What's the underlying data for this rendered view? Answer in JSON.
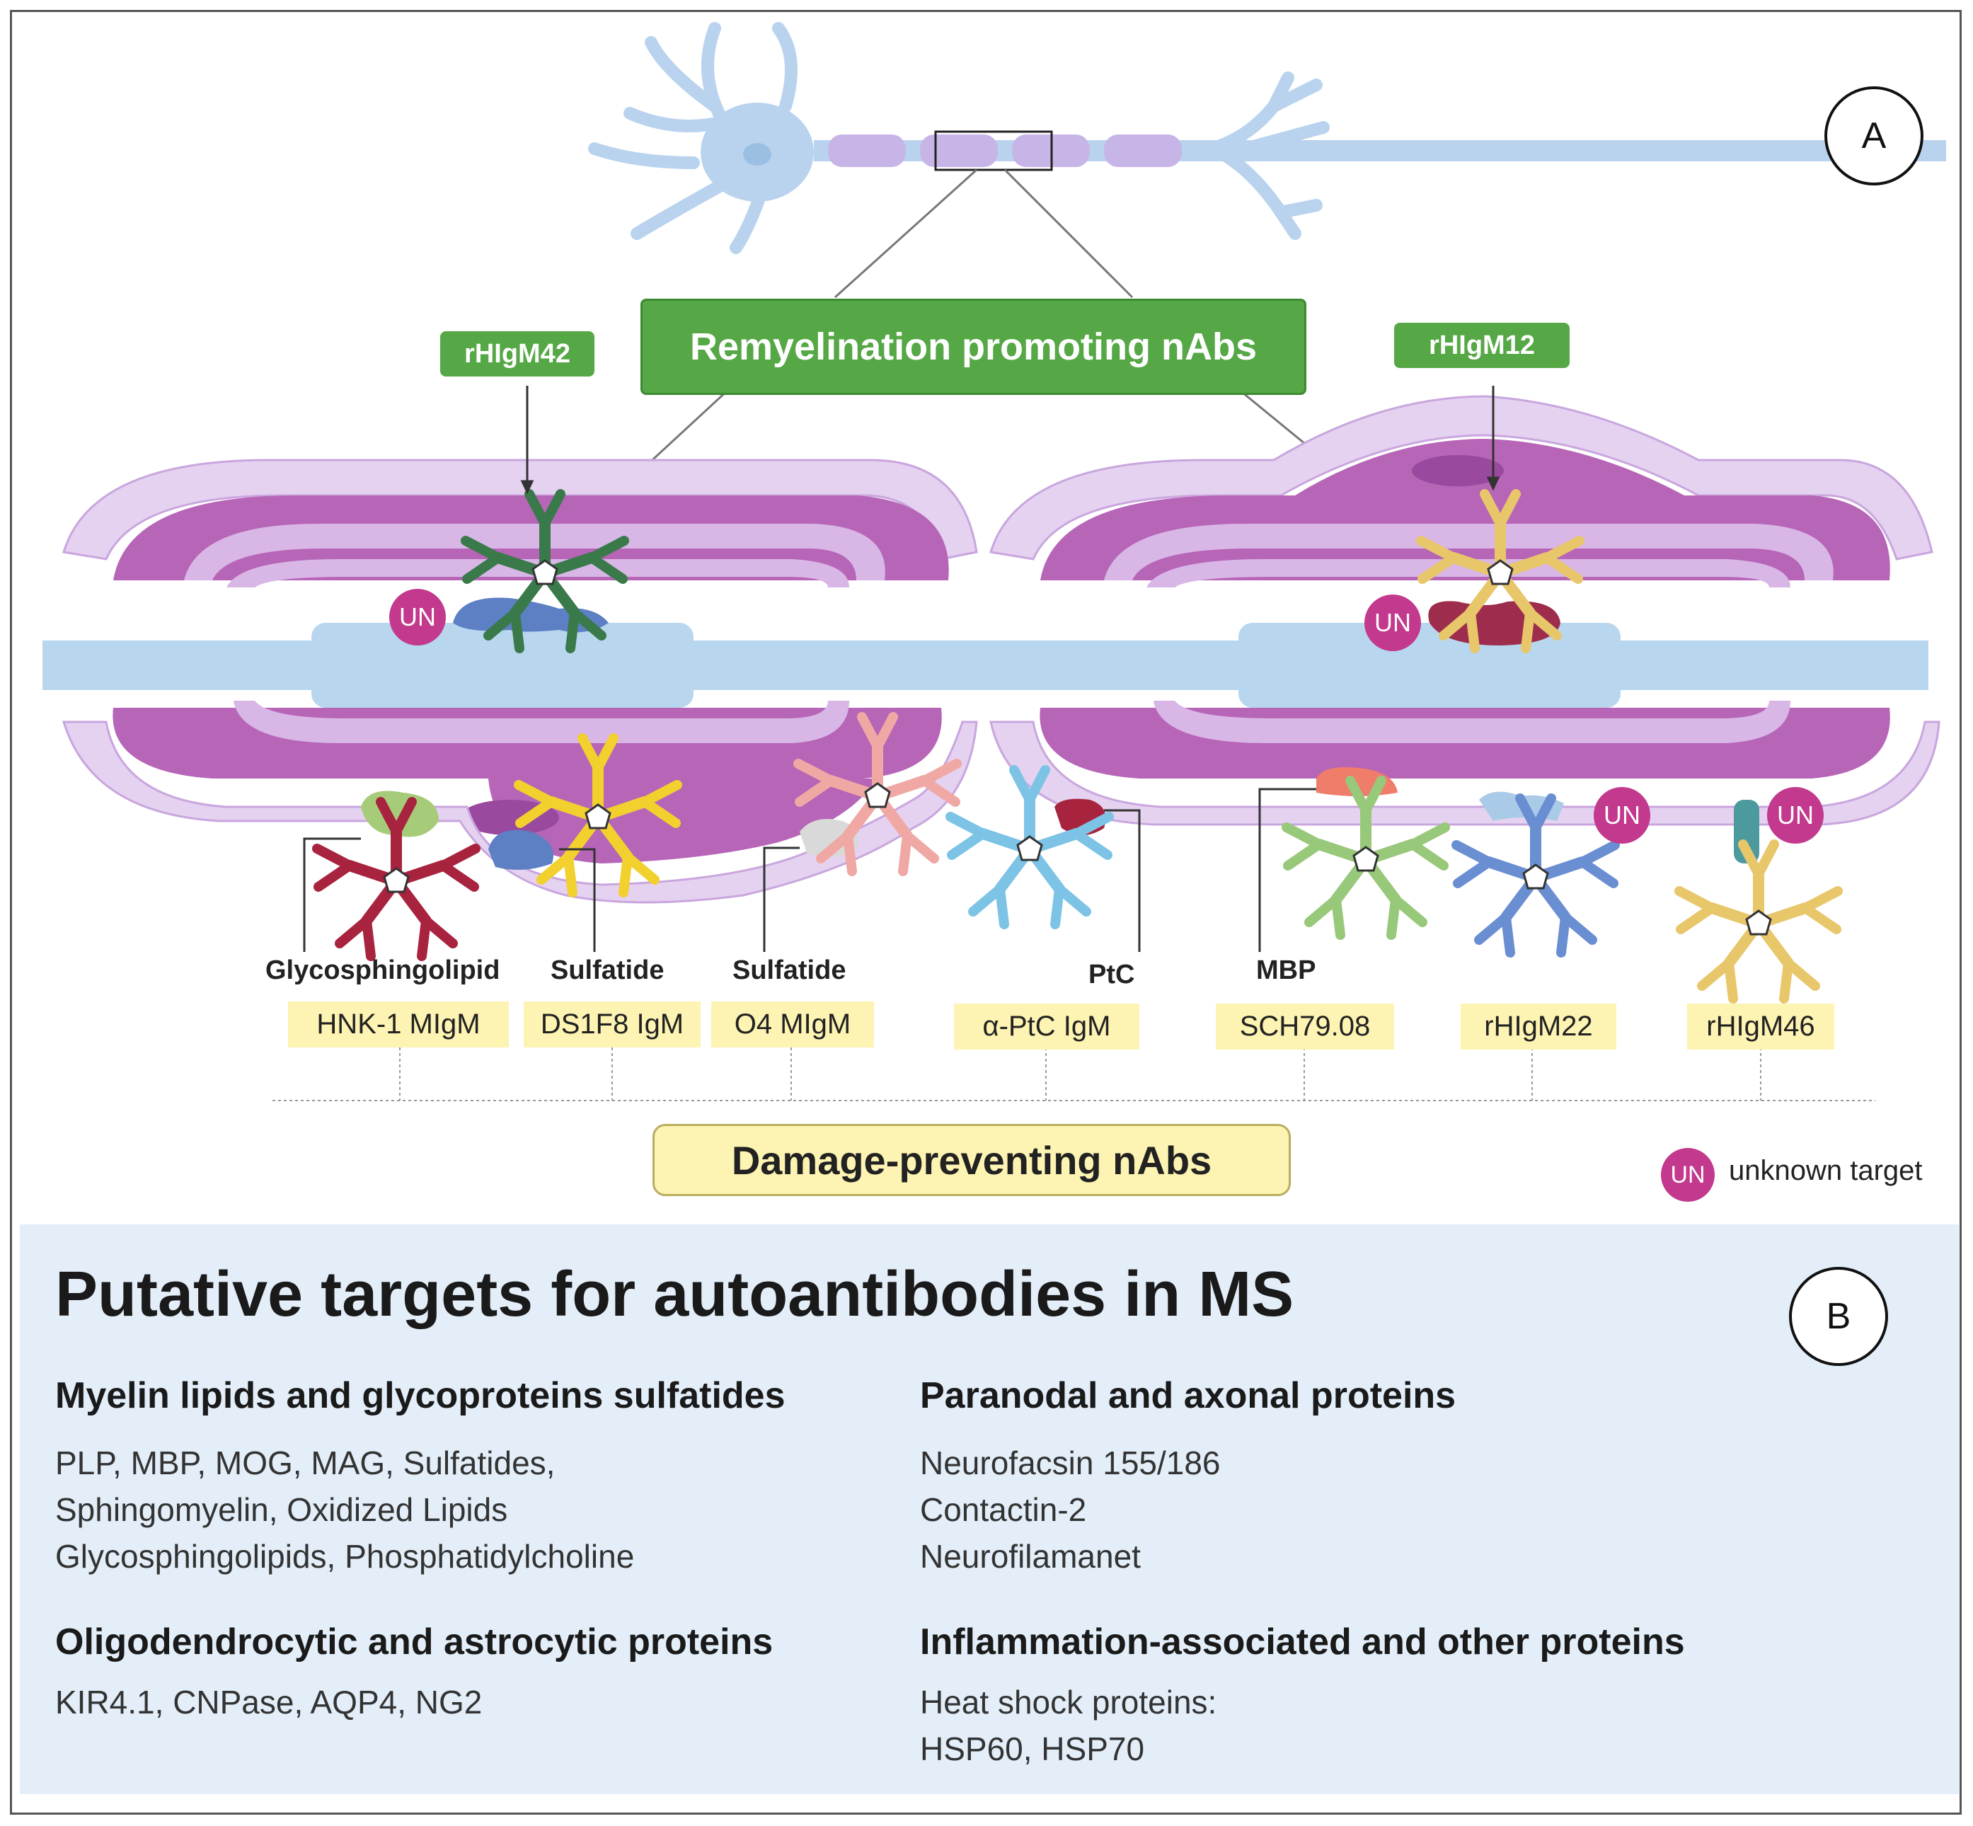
{
  "panel_a": {
    "letter": "A",
    "promoting_title": "Remyelination promoting nAbs",
    "green_tags": {
      "left": "rHIgM42",
      "right": "rHIgM12"
    },
    "un_label": "UN",
    "targets": [
      {
        "target": "Glycosphingolipid",
        "antibody": "HNK-1 MIgM"
      },
      {
        "target": "Sulfatide",
        "antibody": "DS1F8 IgM"
      },
      {
        "target": "Sulfatide",
        "antibody": "O4 MIgM"
      },
      {
        "target": "PtC",
        "antibody": "α-PtC IgM"
      },
      {
        "target": "MBP",
        "antibody": "SCH79.08"
      },
      {
        "target": "",
        "antibody": "rHIgM22"
      },
      {
        "target": "",
        "antibody": "rHIgM46"
      }
    ],
    "damage_title": "Damage-preventing nAbs",
    "legend_text": "unknown target",
    "colors": {
      "myelin_dark": "#b765b7",
      "myelin_light": "#d8b6e6",
      "axon": "#b8d6ee",
      "green": "#55a845",
      "yellow": "#fdf3b2",
      "un": "#c2398d"
    }
  },
  "panel_b": {
    "letter": "B",
    "title": "Putative targets for autoantibodies in MS",
    "sections": [
      {
        "heading": "Myelin lipids and glycoproteins sulfatides",
        "lines": [
          "PLP, MBP, MOG, MAG, Sulfatides,",
          "Sphingomyelin, Oxidized Lipids",
          "Glycosphingolipids, Phosphatidylcholine"
        ]
      },
      {
        "heading": "Paranodal and axonal proteins",
        "lines": [
          "Neurofacsin 155/186",
          "Contactin-2",
          "Neurofilamanet"
        ]
      },
      {
        "heading": "Oligodendrocytic and astrocytic proteins",
        "lines": [
          "KIR4.1, CNPase,  AQP4, NG2"
        ]
      },
      {
        "heading": "Inflammation-associated and other proteins",
        "lines": [
          "Heat shock proteins:",
          "HSP60, HSP70"
        ]
      }
    ]
  }
}
